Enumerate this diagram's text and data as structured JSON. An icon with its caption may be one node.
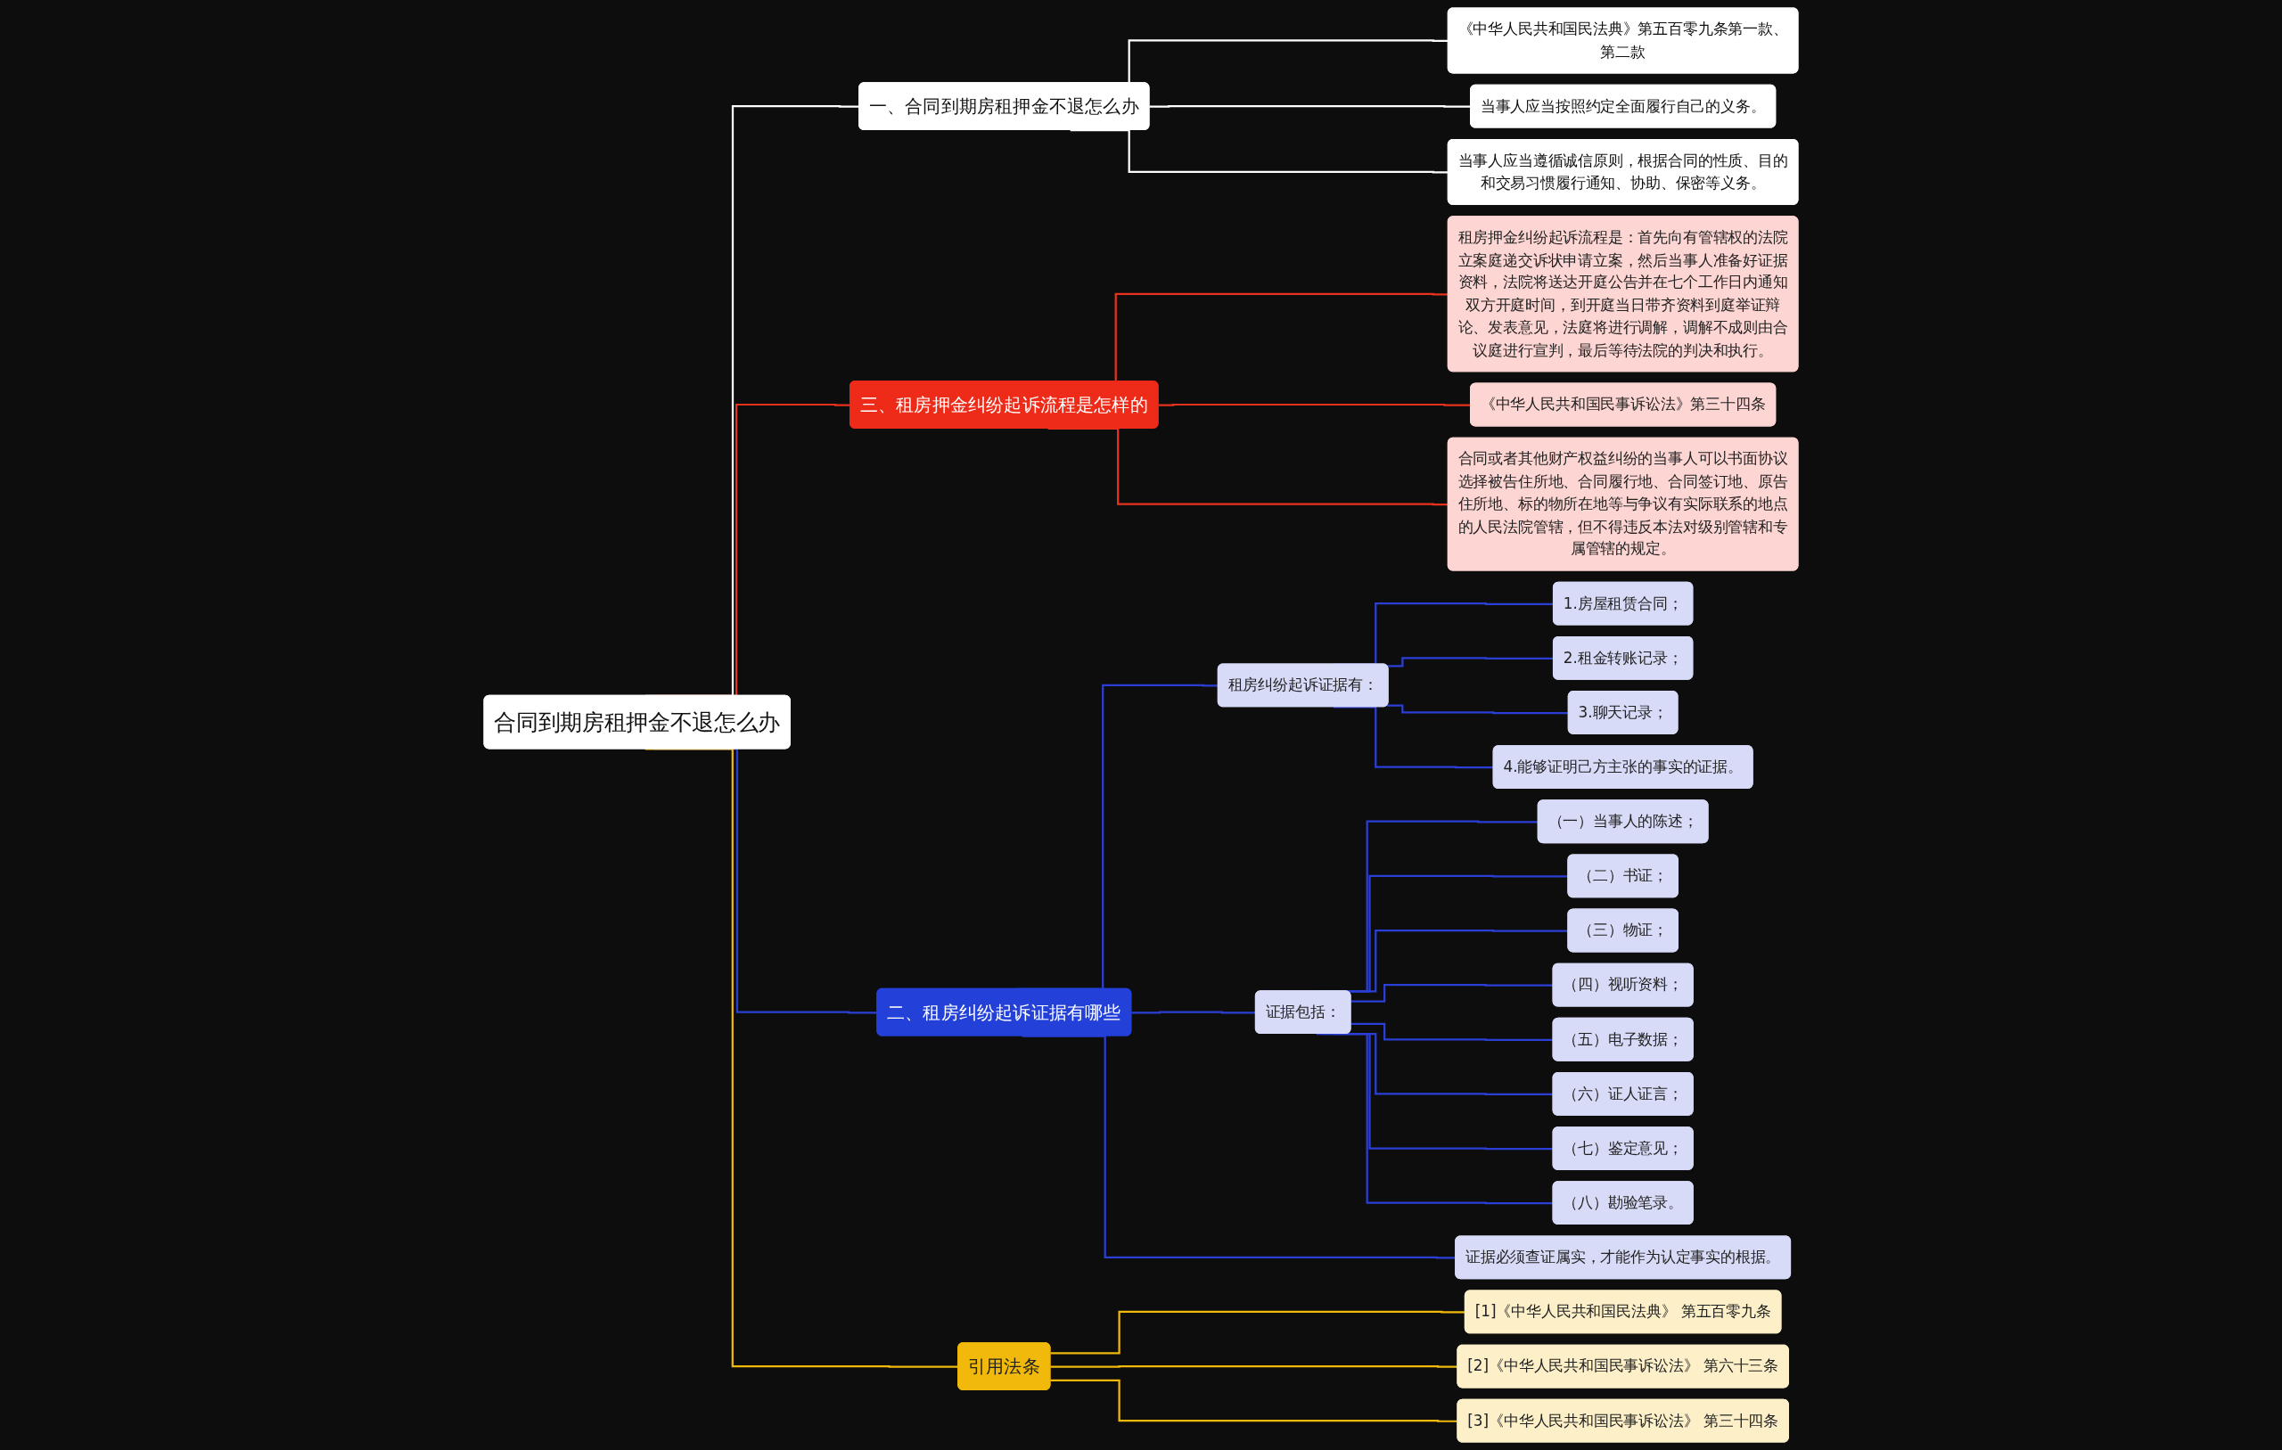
{
  "diagram": {
    "nodes": [
      {
        "text": [
          "合同到期房租押金不退怎么办"
        ]
      },
      {
        "text": [
          "一、合同到期房租押金不退怎么办"
        ]
      },
      {
        "text": [
          "《中华人民共和国民法典》第五百零九条第一款、第二款"
        ]
      },
      {
        "text": [
          "当事人应当按照约定全面履行自己的义务。"
        ]
      },
      {
        "text": [
          "当事人应当遵循诚信原则，根据合同的性质、目的和交易习惯履行通知、协助、保密等义务。"
        ]
      },
      {
        "text": [
          "三、租房押金纠纷起诉流程是怎样的"
        ]
      },
      {
        "text": [
          "租房押金纠纷起诉流程是：首先向有管辖权的法院立案庭递交诉状申请立案，然后当事人准备好证据资料，法院将送达开庭公告并在七个工作日内通知双方开庭时间，到开庭当日带齐资料到庭举证辩论、发表意见，法庭将进行调解，调解不成则由合议庭进行宣判，最后等待法院的判决和执行。"
        ]
      },
      {
        "text": [
          "《中华人民共和国民事诉讼法》第三十四条"
        ]
      },
      {
        "text": [
          "合同或者其他财产权益纠纷的当事人可以书面协议选择被告住所地、合同履行地、合同签订地、原告住所地、标的物所在地等与争议有实际联系的地点的人民法院管辖，但不得违反本法对级别管辖和专属管辖的规定。"
        ]
      },
      {
        "text": [
          "二、租房纠纷起诉证据有哪些"
        ]
      },
      {
        "text": [
          "租房纠纷起诉证据有："
        ]
      },
      {
        "text": [
          "1.房屋租赁合同；"
        ]
      },
      {
        "text": [
          "2.租金转账记录；"
        ]
      },
      {
        "text": [
          "3.聊天记录；"
        ]
      },
      {
        "text": [
          "4.能够证明己方主张的事实的证据。"
        ]
      },
      {
        "text": [
          "证据包括："
        ]
      },
      {
        "text": [
          "（一）当事人的陈述；"
        ]
      },
      {
        "text": [
          "（二）书证；"
        ]
      },
      {
        "text": [
          "（三）物证；"
        ]
      },
      {
        "text": [
          "（四）视听资料；"
        ]
      },
      {
        "text": [
          "（五）电子数据；"
        ]
      },
      {
        "text": [
          "（六）证人证言；"
        ]
      },
      {
        "text": [
          "（七）鉴定意见；"
        ]
      },
      {
        "text": [
          "（八）勘验笔录。"
        ]
      },
      {
        "text": [
          "证据必须查证属实，才能作为认定事实的根据。"
        ]
      },
      {
        "text": [
          "引用法条"
        ]
      },
      {
        "text": [
          "[1]《中华人民共和国民法典》 第五百零九条"
        ]
      },
      {
        "text": [
          "[2]《中华人民共和国民事诉讼法》 第六十三条"
        ]
      },
      {
        "text": [
          "[3]《中华人民共和国民事诉讼法》 第三十四条"
        ]
      }
    ],
    "edges": [
      {
        "from": 0,
        "to": 1,
        "arrow": "none",
        "color": "#ffffff"
      },
      {
        "from": 1,
        "to": 2,
        "arrow": "none",
        "color": "#ffffff"
      },
      {
        "from": 1,
        "to": 3,
        "arrow": "none",
        "color": "#ffffff"
      },
      {
        "from": 1,
        "to": 4,
        "arrow": "none",
        "color": "#ffffff"
      },
      {
        "from": 0,
        "to": 5,
        "arrow": "none",
        "color": "#e8321e"
      },
      {
        "from": 5,
        "to": 6,
        "arrow": "none",
        "color": "#e8321e"
      },
      {
        "from": 5,
        "to": 7,
        "arrow": "none",
        "color": "#e8321e"
      },
      {
        "from": 5,
        "to": 8,
        "arrow": "none",
        "color": "#e8321e"
      },
      {
        "from": 0,
        "to": 9,
        "arrow": "none",
        "color": "#2b3fd6"
      },
      {
        "from": 9,
        "to": 10,
        "arrow": "none",
        "color": "#2b3fd6"
      },
      {
        "from": 10,
        "to": 11,
        "arrow": "none",
        "color": "#2b3fd6"
      },
      {
        "from": 10,
        "to": 12,
        "arrow": "none",
        "color": "#2b3fd6"
      },
      {
        "from": 10,
        "to": 13,
        "arrow": "none",
        "color": "#2b3fd6"
      },
      {
        "from": 10,
        "to": 14,
        "arrow": "none",
        "color": "#2b3fd6"
      },
      {
        "from": 9,
        "to": 15,
        "arrow": "none",
        "color": "#2b3fd6"
      },
      {
        "from": 15,
        "to": 16,
        "arrow": "none",
        "color": "#2b3fd6"
      },
      {
        "from": 15,
        "to": 17,
        "arrow": "none",
        "color": "#2b3fd6"
      },
      {
        "from": 15,
        "to": 18,
        "arrow": "none",
        "color": "#2b3fd6"
      },
      {
        "from": 15,
        "to": 19,
        "arrow": "none",
        "color": "#2b3fd6"
      },
      {
        "from": 15,
        "to": 20,
        "arrow": "none",
        "color": "#2b3fd6"
      },
      {
        "from": 15,
        "to": 21,
        "arrow": "none",
        "color": "#2b3fd6"
      },
      {
        "from": 15,
        "to": 22,
        "arrow": "none",
        "color": "#2b3fd6"
      },
      {
        "from": 15,
        "to": 23,
        "arrow": "none",
        "color": "#2b3fd6"
      },
      {
        "from": 9,
        "to": 24,
        "arrow": "none",
        "color": "#2b3fd6"
      },
      {
        "from": 0,
        "to": 25,
        "arrow": "none",
        "color": "#f0b90b"
      },
      {
        "from": 25,
        "to": 26,
        "arrow": "none",
        "color": "#f0b90b"
      },
      {
        "from": 25,
        "to": 27,
        "arrow": "none",
        "color": "#f0b90b"
      },
      {
        "from": 25,
        "to": 28,
        "arrow": "none",
        "color": "#f0b90b"
      }
    ]
  }
}
